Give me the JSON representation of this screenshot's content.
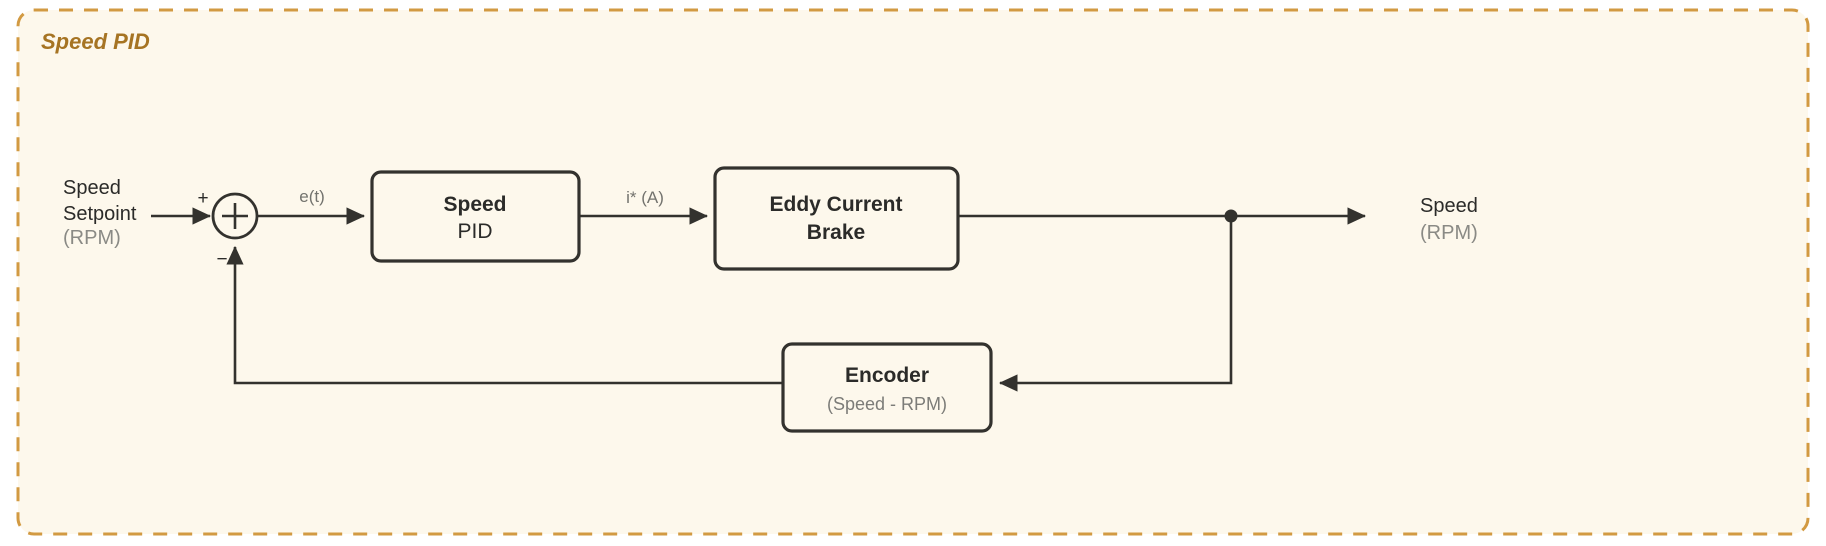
{
  "group": {
    "title": "Speed PID",
    "border_color": "#d29a42",
    "fill_color": "#fdf8ec",
    "title_color": "#a67423"
  },
  "palette": {
    "page_background": "#ffffff",
    "wire_color": "#33322e",
    "block_border": "#33322e",
    "block_fill": "#fdf8ec",
    "text_primary": "#2b2b29",
    "text_muted": "#7c7c78"
  },
  "inputs": [
    {
      "name": "speed-setpoint",
      "line1": "Speed",
      "line2": "Setpoint",
      "unit": "(RPM)"
    }
  ],
  "outputs": [
    {
      "name": "speed-output",
      "line1": "Speed",
      "unit": "(RPM)"
    }
  ],
  "summing_junction": {
    "symbol": "+",
    "positive_sign": "+",
    "negative_sign": "−"
  },
  "blocks": [
    {
      "id": "speed-pid",
      "title": "Speed",
      "subtitle": "PID",
      "subtitle_style": "plain"
    },
    {
      "id": "eddy-current-brake",
      "title": "Eddy Current",
      "subtitle": "Brake",
      "subtitle_style": "bold"
    },
    {
      "id": "encoder",
      "title": "Encoder",
      "subtitle": "(Speed - RPM)",
      "subtitle_style": "muted"
    }
  ],
  "signals": [
    {
      "id": "error-signal",
      "label": "e(t)"
    },
    {
      "id": "current-command",
      "label": "i* (A)"
    }
  ]
}
